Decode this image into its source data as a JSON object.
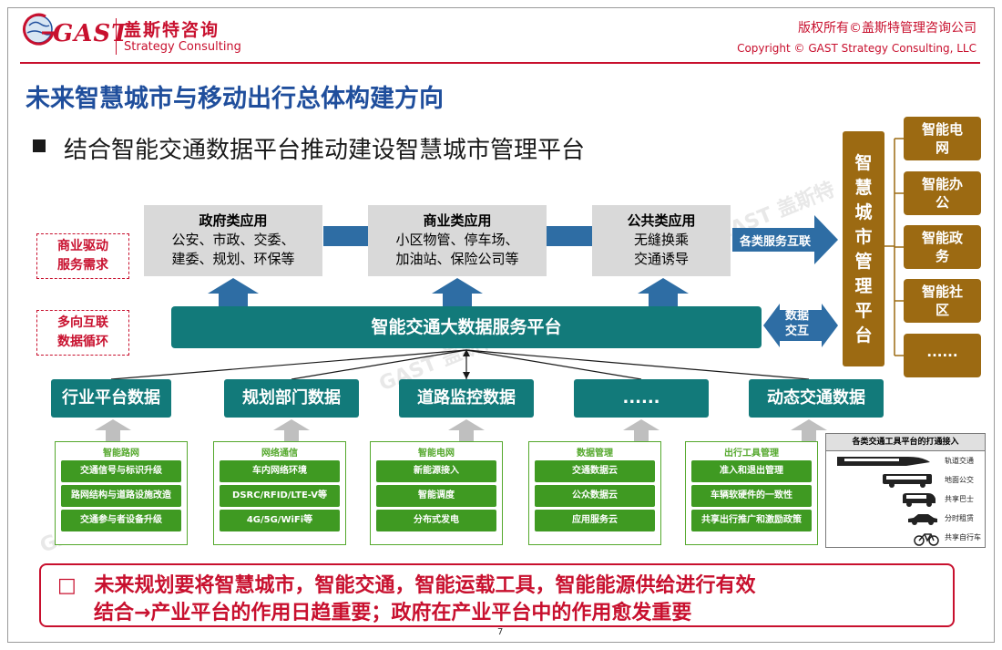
{
  "header": {
    "logo_text": "GAST",
    "company_name": "盖斯特咨询",
    "company_name_en": "Strategy Consulting",
    "copyright_cn": "版权所有©盖斯特管理咨询公司",
    "copyright_en": "Copyright © GAST Strategy Consulting, LLC"
  },
  "title": "未来智慧城市与移动出行总体构建方向",
  "subtitle": "结合智能交通数据平台推动建设智慧城市管理平台",
  "left_labels": [
    "商业驱动\n服务需求",
    "多向互联\n数据循环"
  ],
  "apps": [
    {
      "title": "政府类应用",
      "lines": [
        "公安、市政、交委、",
        "建委、规划、环保等"
      ]
    },
    {
      "title": "商业类应用",
      "lines": [
        "小区物管、停车场、",
        "加油站、保险公司等"
      ]
    },
    {
      "title": "公共类应用",
      "lines": [
        "无缝换乘",
        "交通诱导"
      ]
    }
  ],
  "arrow_labels": {
    "services": "各类服务互联",
    "data_exchange": [
      "数据",
      "交互"
    ]
  },
  "platform": "智能交通大数据服务平台",
  "data_sources": [
    "行业平台数据",
    "规划部门数据",
    "道路监控数据",
    "......",
    "动态交通数据"
  ],
  "groups": [
    {
      "title": "智能路网",
      "items": [
        "交通信号与标识升级",
        "路网结构与道路设施改造",
        "交通参与者设备升级"
      ]
    },
    {
      "title": "网络通信",
      "items": [
        "车内网络环境",
        "DSRC/RFID/LTE-V等",
        "4G/5G/WiFi等"
      ]
    },
    {
      "title": "智能电网",
      "items": [
        "新能源接入",
        "智能调度",
        "分布式发电"
      ]
    },
    {
      "title": "数据管理",
      "items": [
        "交通数据云",
        "公众数据云",
        "应用服务云"
      ]
    },
    {
      "title": "出行工具管理",
      "items": [
        "准入和退出管理",
        "车辆软硬件的一致性",
        "共享出行推广和激励政策"
      ]
    }
  ],
  "vehicle_panel": {
    "title": "各类交通工具平台的打通接入",
    "items": [
      "轨道交通",
      "地面公交",
      "共享巴士",
      "分时租赁",
      "共享自行车"
    ]
  },
  "management_platform": "智慧城市管理平台",
  "right_boxes": [
    [
      "智能电",
      "网"
    ],
    [
      "智能办",
      "公"
    ],
    [
      "智能政",
      "务"
    ],
    [
      "智能社",
      "区"
    ],
    [
      "......"
    ]
  ],
  "conclusion": {
    "bullet": "□",
    "line1": "未来规划要将智慧城市，智能交通，智能运载工具，智能能源供给进行有效",
    "line2": "结合→产业平台的作用日趋重要；政府在产业平台中的作用愈发重要"
  },
  "page_number": "7",
  "colors": {
    "brand_red": "#c8102e",
    "title_blue": "#1f4e9c",
    "teal": "#127a7a",
    "green": "#3f9a22",
    "brown": "#9c6a12",
    "steel_blue": "#2e6da4"
  }
}
